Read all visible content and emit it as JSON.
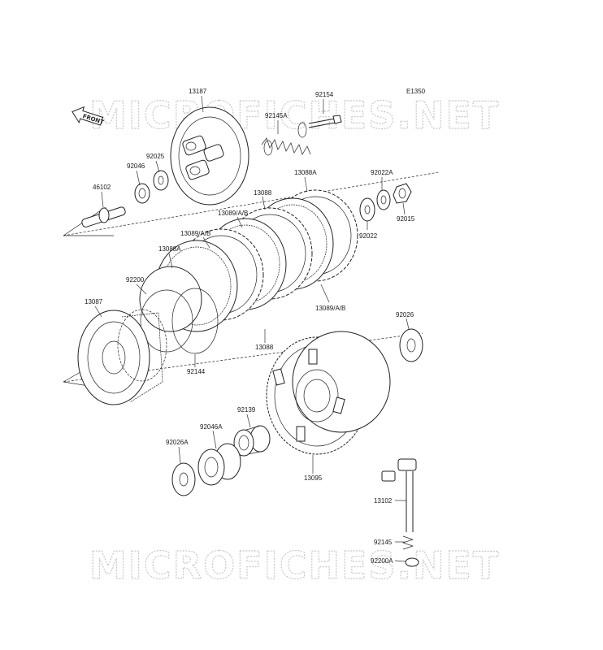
{
  "diagram_code": "E1350",
  "watermark_text": "MICROFICHES.NET",
  "front_label": "FRONT",
  "parts": [
    {
      "key": "p13187",
      "label": "13187"
    },
    {
      "key": "p92154",
      "label": "92154"
    },
    {
      "key": "p92145A",
      "label": "92145A"
    },
    {
      "key": "p92025",
      "label": "92025"
    },
    {
      "key": "p92046",
      "label": "92046"
    },
    {
      "key": "p46102",
      "label": "46102"
    },
    {
      "key": "p13088A_top",
      "label": "13088A"
    },
    {
      "key": "p92022A",
      "label": "92022A"
    },
    {
      "key": "p13088_upper",
      "label": "13088"
    },
    {
      "key": "p13089AB_1",
      "label": "13089/A/B"
    },
    {
      "key": "p13089AB_2",
      "label": "13089/A/B"
    },
    {
      "key": "p92022",
      "label": "92022"
    },
    {
      "key": "p92015",
      "label": "92015"
    },
    {
      "key": "p13088A_left",
      "label": "13088A"
    },
    {
      "key": "p92200",
      "label": "92200"
    },
    {
      "key": "p13087",
      "label": "13087"
    },
    {
      "key": "p13089AB_3",
      "label": "13089/A/B"
    },
    {
      "key": "p13088_lower",
      "label": "13088"
    },
    {
      "key": "p92026",
      "label": "92026"
    },
    {
      "key": "p92144",
      "label": "92144"
    },
    {
      "key": "p92139",
      "label": "92139"
    },
    {
      "key": "p92046A",
      "label": "92046A"
    },
    {
      "key": "p92026A",
      "label": "92026A"
    },
    {
      "key": "p13095",
      "label": "13095"
    },
    {
      "key": "p13102",
      "label": "13102"
    },
    {
      "key": "p92145",
      "label": "92145"
    },
    {
      "key": "p92200A",
      "label": "92200A"
    }
  ]
}
